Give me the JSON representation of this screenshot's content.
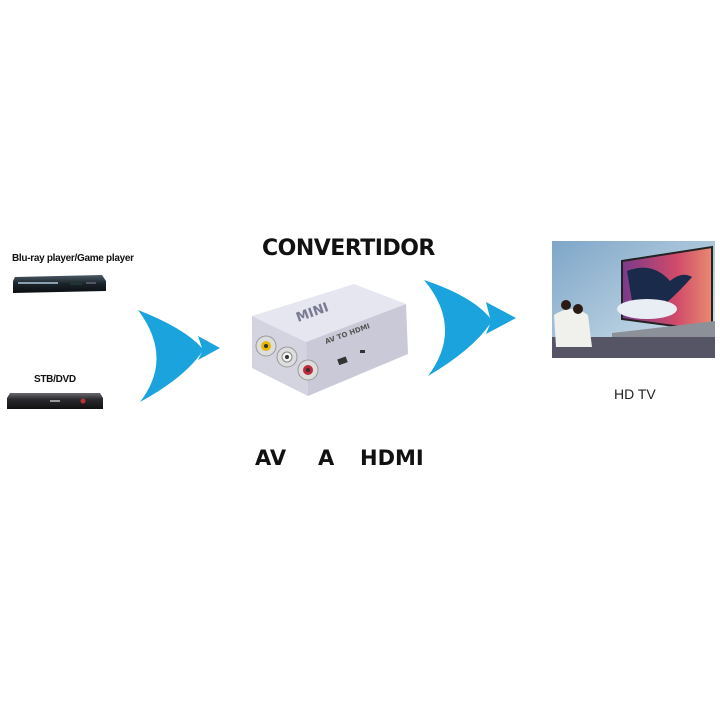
{
  "sources": {
    "bluray_label": "Blu-ray player/Game player",
    "stb_label": "STB/DVD"
  },
  "converter": {
    "title": "CONVERTIDOR",
    "device_top_text": "MINI",
    "device_model_text": "AV TO HDMI",
    "caption_from": "AV",
    "caption_mid": "A",
    "caption_to": "HDMI"
  },
  "output": {
    "label": "HD TV"
  },
  "colors": {
    "arrow": "#1aa3dc",
    "text": "#111111",
    "background": "#ffffff"
  }
}
